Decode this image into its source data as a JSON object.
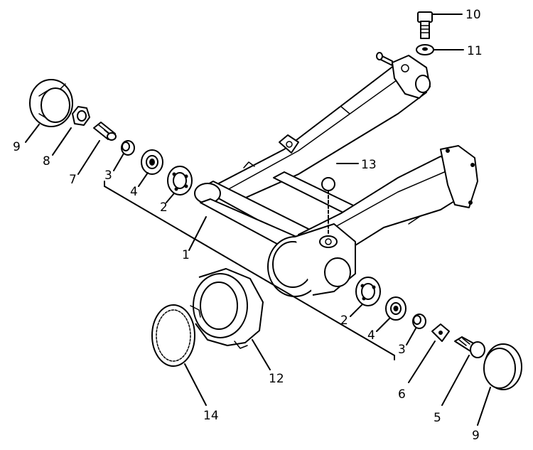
{
  "callouts": {
    "c1": "1",
    "c2a": "2",
    "c2b": "2",
    "c3a": "3",
    "c3b": "3",
    "c4a": "4",
    "c4b": "4",
    "c5": "5",
    "c6": "6",
    "c7": "7",
    "c8": "8",
    "c9a": "9",
    "c9b": "9",
    "c10": "10",
    "c11": "11",
    "c12": "12",
    "c13": "13",
    "c14": "14"
  }
}
